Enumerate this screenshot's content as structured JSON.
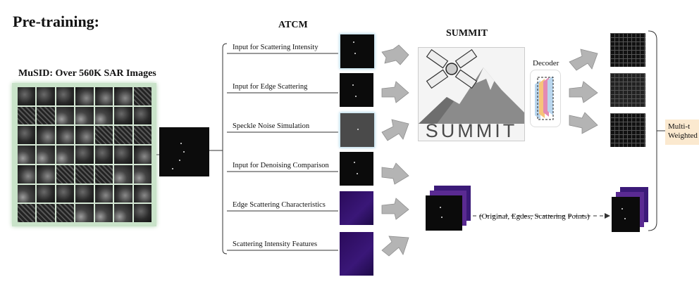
{
  "title": "Pre-training:",
  "dataset": {
    "label": "MuSID: Over 560K SAR Images"
  },
  "atcm": {
    "title": "ATCM",
    "branches": [
      "Input for Scattering Intensity",
      "Input for Edge Scattering",
      "Speckle Noise Simulation",
      "Input for Denoising Comparison",
      "Edge Scattering Characteristics",
      "Scattering Intensity Features"
    ]
  },
  "summit": {
    "title": "SUMMIT",
    "logo_text": "SUMMIT"
  },
  "decoder": {
    "label": "Decoder"
  },
  "pair": {
    "label": "(Original, Egdes, Scattering Points)"
  },
  "side": {
    "line1": "Multi-t",
    "line2": "Weighted"
  },
  "colors": {
    "frame_green": "#c9e3c9",
    "arrow_gray": "#a9a9a9",
    "side_box": "#fbe9cf",
    "purple": "#3a1778"
  },
  "icons": [
    "satellite-icon",
    "mountain-icon",
    "arrow-icon"
  ]
}
